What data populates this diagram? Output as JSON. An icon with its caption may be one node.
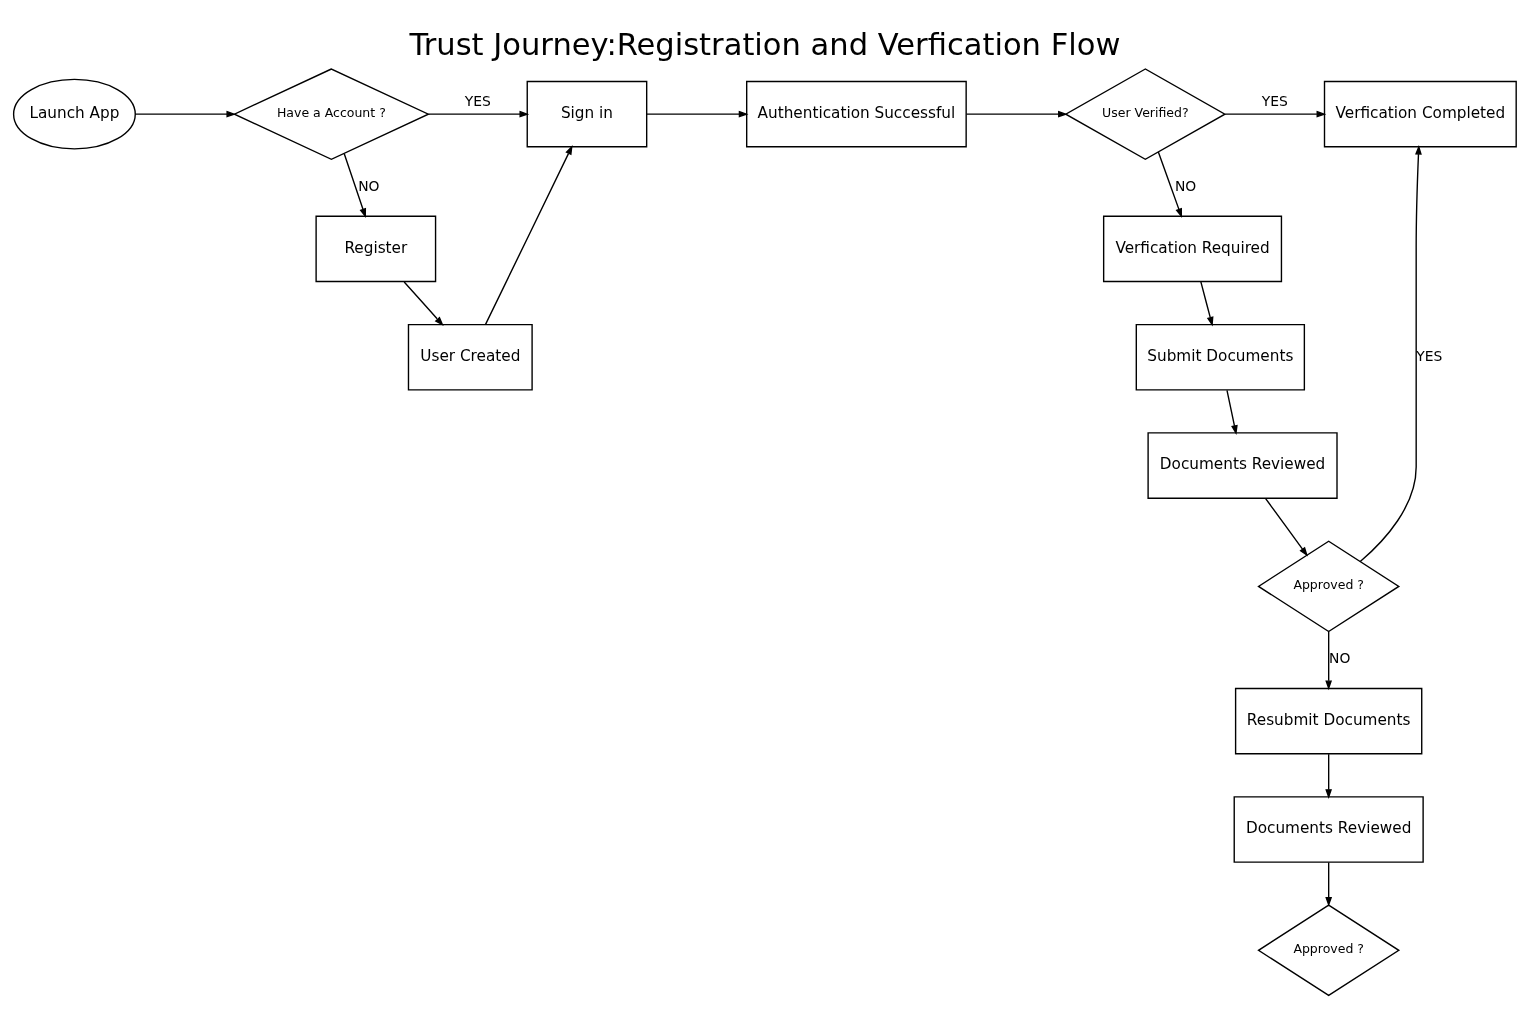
{
  "diagram": {
    "title": "Trust Journey:Registration and Verfication Flow",
    "nodes": [
      {
        "text": [
          "Launch App"
        ]
      },
      {
        "text": [
          "Have a Account ?"
        ]
      },
      {
        "text": [
          "Sign in"
        ]
      },
      {
        "text": [
          "Authentication Successful"
        ]
      },
      {
        "text": [
          "User Verified?"
        ]
      },
      {
        "text": [
          "Verfication Completed"
        ]
      },
      {
        "text": [
          "Register"
        ]
      },
      {
        "text": [
          "User Created"
        ]
      },
      {
        "text": [
          "Verfication Required"
        ]
      },
      {
        "text": [
          "Submit Documents"
        ]
      },
      {
        "text": [
          "Documents Reviewed"
        ]
      },
      {
        "text": [
          "Approved ?"
        ]
      },
      {
        "text": [
          "Resubmit Documents"
        ]
      },
      {
        "text": [
          "Documents Reviewed"
        ]
      },
      {
        "text": [
          "Approved ?"
        ]
      }
    ],
    "edges": [
      {
        "from": 0,
        "to": 1,
        "arrow": "to"
      },
      {
        "from": 1,
        "to": 2,
        "arrow": "to",
        "label": "YES"
      },
      {
        "from": 1,
        "to": 6,
        "arrow": "to",
        "label": "NO"
      },
      {
        "from": 6,
        "to": 7,
        "arrow": "to"
      },
      {
        "from": 7,
        "to": 2,
        "arrow": "to"
      },
      {
        "from": 2,
        "to": 3,
        "arrow": "to"
      },
      {
        "from": 3,
        "to": 4,
        "arrow": "to"
      },
      {
        "from": 4,
        "to": 5,
        "arrow": "to",
        "label": "YES"
      },
      {
        "from": 4,
        "to": 8,
        "arrow": "to",
        "label": "NO"
      },
      {
        "from": 8,
        "to": 9,
        "arrow": "to"
      },
      {
        "from": 9,
        "to": 10,
        "arrow": "to"
      },
      {
        "from": 10,
        "to": 11,
        "arrow": "to"
      },
      {
        "from": 11,
        "to": 5,
        "arrow": "to",
        "label": "YES"
      },
      {
        "from": 11,
        "to": 12,
        "arrow": "to",
        "label": "NO"
      },
      {
        "from": 12,
        "to": 13,
        "arrow": "to"
      },
      {
        "from": 13,
        "to": 14,
        "arrow": "to"
      }
    ]
  }
}
